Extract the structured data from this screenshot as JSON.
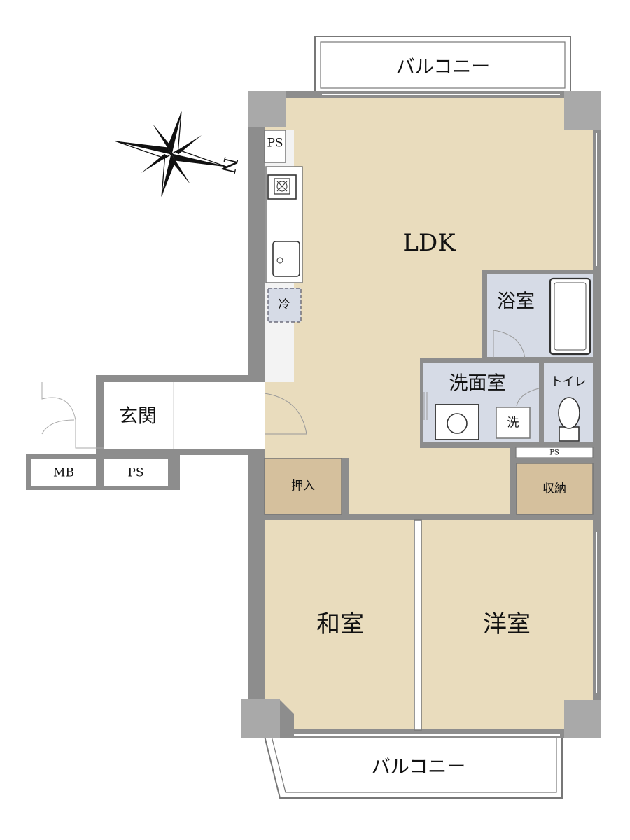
{
  "rooms": {
    "ldk": "LDK",
    "bath": "浴室",
    "washroom": "洗面室",
    "toilet": "トイレ",
    "entrance": "玄関",
    "japanese_room": "和室",
    "western_room": "洋室",
    "closet_oshiire": "押入",
    "storage": "収納"
  },
  "balconies": {
    "top": "バルコニー",
    "bottom": "バルコニー"
  },
  "fixtures": {
    "ps_kitchen": "PS",
    "ps_entrance": "PS",
    "ps_bath": "PS",
    "mb": "MB",
    "fridge": "冷",
    "washer": "洗"
  },
  "compass": {
    "north_label": "N"
  },
  "colors": {
    "floor": "#e9dcbd",
    "storage_floor": "#d5c09d",
    "wet_area": "#d6dbe6",
    "wall": "#8d8d8d",
    "column": "#a9a9a9"
  }
}
